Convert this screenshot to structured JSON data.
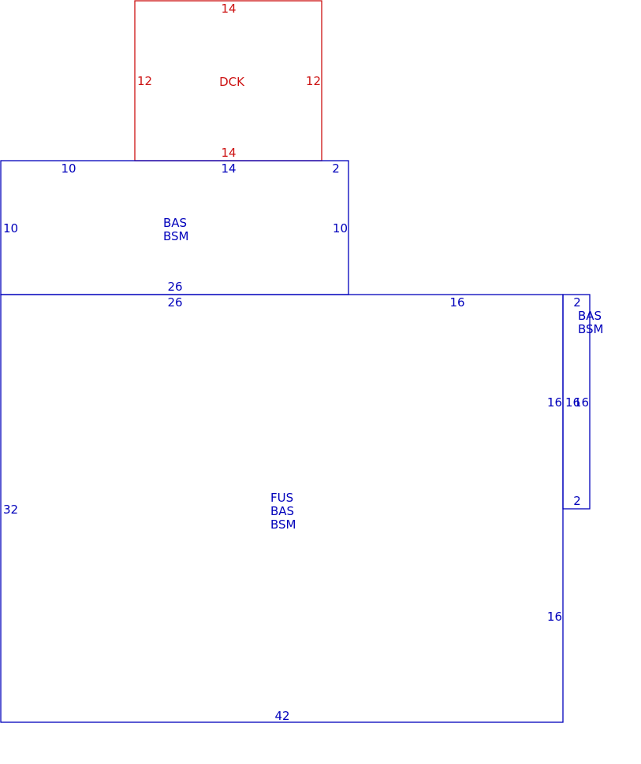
{
  "colors": {
    "deck": "#cc1111",
    "living": "#0000bb",
    "background": "#ffffff"
  },
  "deck": {
    "area_code": "DCK",
    "top": "14",
    "left": "12",
    "right": "12",
    "bottom": "14"
  },
  "upper_section": {
    "codes": [
      "BAS",
      "BSM"
    ],
    "top_left": "10",
    "top_mid": "14",
    "top_right": "2",
    "left": "10",
    "right": "10",
    "bottom": "26"
  },
  "main_section": {
    "codes": [
      "FUS",
      "BAS",
      "BSM"
    ],
    "top_left": "26",
    "top_right": "16",
    "left": "32",
    "right_upper": "16",
    "right_lower": "16",
    "bottom": "42"
  },
  "side_strip": {
    "codes": [
      "BAS",
      "BSM"
    ],
    "top": "2",
    "left": "16",
    "right": "16",
    "bottom": "2"
  }
}
